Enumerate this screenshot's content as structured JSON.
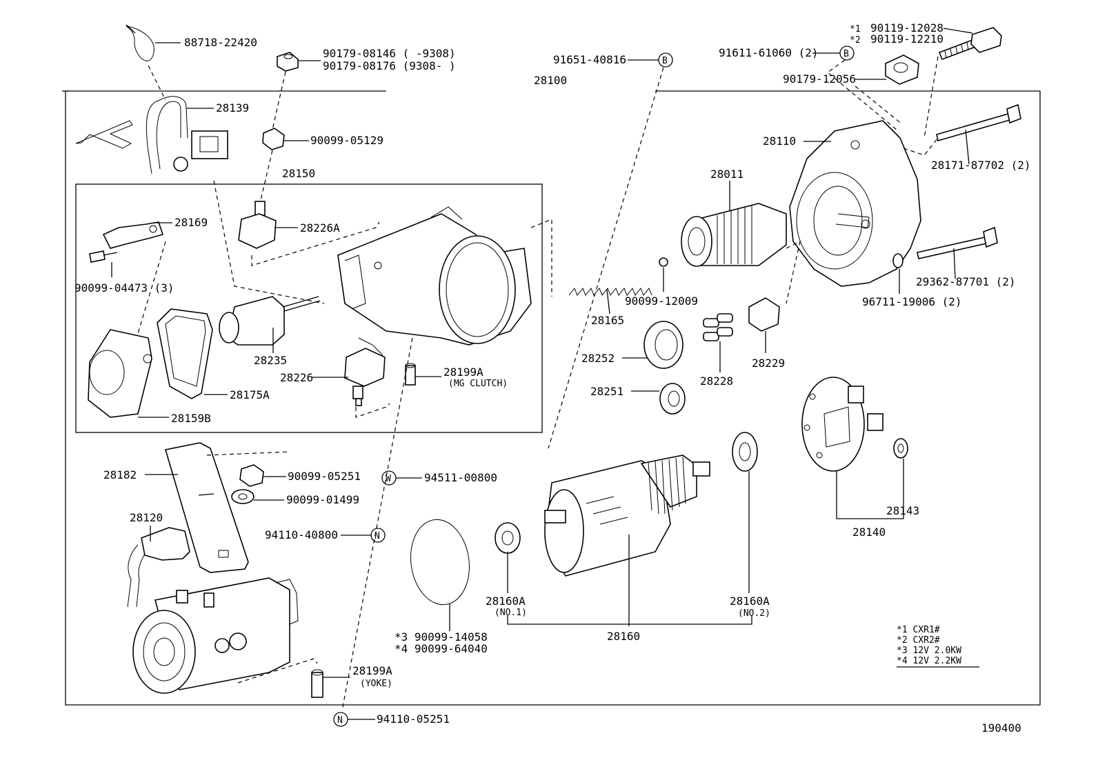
{
  "assembly_label": "28100",
  "subassembly_label": "28150",
  "figure_number": "190400",
  "callouts": {
    "c88718": "88718-22420",
    "c28139": "28139",
    "c90179a": "90179-08146 (      -9308)",
    "c90179b": "90179-08176 (9308-       )",
    "c90099_05129": "90099-05129",
    "c91651": "91651-40816",
    "ref_B": "B",
    "c91611": "91611-61060 (2)",
    "c90119a_mark": "*1",
    "c90119a": "90119-12028",
    "c90119b_mark": "*2",
    "c90119b": "90119-12210",
    "c90179_12056": "90179-12056",
    "c28110": "28110",
    "c28171": "28171-87702 (2)",
    "c28011": "28011",
    "c28169": "28169",
    "c28226A": "28226A",
    "c90099_04473": "90099-04473 (3)",
    "c28235": "28235",
    "c28175A": "28175A",
    "c28159B": "28159B",
    "c28226": "28226",
    "c28199A_mg": "28199A",
    "c28199A_mg_note": "(MG CLUTCH)",
    "c28165": "28165",
    "c90099_12009": "90099-12009",
    "c29362": "29362-87701 (2)",
    "c96711": "96711-19006 (2)",
    "c28252": "28252",
    "c28228": "28228",
    "c28229": "28229",
    "c28251": "28251",
    "c28182": "28182",
    "c90099_05251": "90099-05251",
    "c90099_01499": "90099-01499",
    "ref_W": "W",
    "c94511": "94511-00800",
    "c28120": "28120",
    "ref_N": "N",
    "c94110_40800": "94110-40800",
    "c28143": "28143",
    "c28140": "28140",
    "c28160A_1": "28160A",
    "c28160A_1_note": "(NO.1)",
    "c28160A_2": "28160A",
    "c28160A_2_note": "(NO.2)",
    "c28160": "28160",
    "c90099_14058": "*3 90099-14058",
    "c90099_64040": "*4 90099-64040",
    "c28199A_yoke": "28199A",
    "c28199A_yoke_note": "(YOKE)",
    "c94110_05251": "94110-05251"
  },
  "legend": [
    "*1  CXR1#",
    "*2  CXR2#",
    "*3  12V  2.0KW",
    "*4  12V  2.2KW"
  ]
}
